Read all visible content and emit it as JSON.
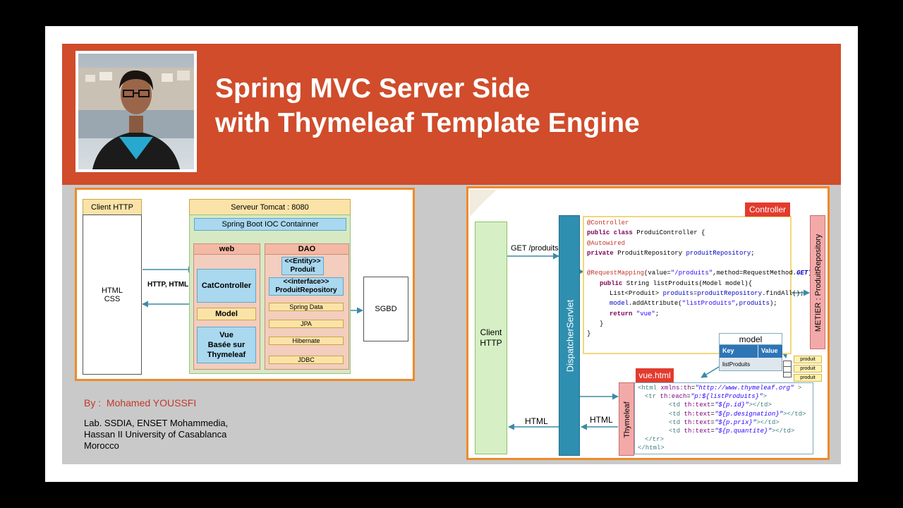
{
  "header": {
    "title_line1": "Spring MVC Server Side",
    "title_line2": "with Thymeleaf Template Engine"
  },
  "author": {
    "by_label": "By :",
    "name": "Mohamed YOUSSFI",
    "affiliation": [
      "Lab. SSDIA, ENSET Mohammedia,",
      "Hassan II University of Casablanca",
      "Morocco"
    ]
  },
  "left_diagram": {
    "client_http": "Client HTTP",
    "client_content": [
      "HTML",
      "CSS"
    ],
    "protocol": "HTTP, HTML",
    "server": "Serveur Tomcat : 8080",
    "ioc": "Spring Boot IOC Containner",
    "web": "web",
    "dao": "DAO",
    "cat_controller": "CatController",
    "model": "Model",
    "vue": [
      "Vue",
      "Basée sur",
      "Thymeleaf"
    ],
    "entity": [
      "<<Entity>>",
      "Produit"
    ],
    "interface": [
      "<<interface>>",
      "ProduitRepository"
    ],
    "layers": [
      "Spring Data",
      "JPA",
      "Hibernate",
      "JDBC"
    ],
    "sgbd": "SGBD"
  },
  "right_diagram": {
    "client": [
      "Client",
      "HTTP"
    ],
    "get_request": "GET /produits",
    "dispatcher": "DispatcherServlet",
    "controller": "Controller",
    "metier": "METIER : ProduitRepository",
    "code": {
      "l1": "@Controller",
      "l2a": "public class",
      "l2b": " ProduiController {",
      "l3": "@Autowired",
      "l4a": "private",
      "l4b": " ProduitRepository ",
      "l4c": "produitRepository",
      "l4d": ";",
      "l5a": "@RequestMapping",
      "l5b": "(value=",
      "l5c": "\"/produits\"",
      "l5d": ",method=RequestMethod.",
      "l5e": "GET",
      "l5f": ")",
      "l6a": "public",
      "l6b": " String listProduits(Model model){",
      "l7a": "List<Produit> ",
      "l7b": "produits",
      "l7c": "=",
      "l7d": "produitRepository",
      "l7e": ".findAll();",
      "l8a": "model",
      "l8b": ".addAttribute(",
      "l8c": "\"listProduits\"",
      "l8d": ",",
      "l8e": "produits",
      "l8f": ");",
      "l9a": "return",
      "l9b": "\"vue\"",
      "l9c": ";",
      "l10": "}",
      "l11": "}"
    },
    "model_title": "model",
    "model_key": "Key",
    "model_value": "Value",
    "model_entry": "listProduits",
    "produit_items": [
      "produit",
      "produit",
      "produit"
    ],
    "vue_html": "vue.html",
    "thymeleaf": "Thymeleaf",
    "html_left": "HTML",
    "html_mid": "HTML",
    "tpl": {
      "r1a": "<html",
      "r1b": " xmlns:th",
      "r1c": "=",
      "r1d": "\"http://www.thymeleaf.org\"",
      "r1e": " >",
      "r2a": "<tr",
      "r2b": " th:each",
      "r2c": "=",
      "r2d": "\"p:${listProduits}\"",
      "r2e": ">",
      "td_open": "<td",
      "td_attr": " th:text",
      "eq": "=",
      "td_close": "></td>",
      "v1": "\"${p.id}\"",
      "v2": "\"${p.designation}\"",
      "v3": "\"${p.prix}\"",
      "v4": "\"${p.quantite}\"",
      "r7": "</tr>",
      "r8": "</html>"
    }
  },
  "colors": {
    "banner": "#d04c2b",
    "panel_border": "#ee8a2a",
    "author_name": "#c0392b"
  }
}
